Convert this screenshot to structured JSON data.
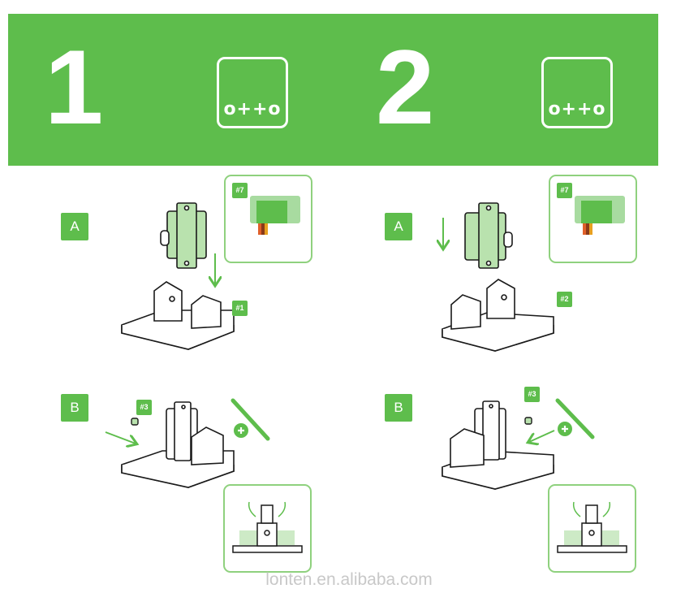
{
  "steps": [
    {
      "number": "1",
      "logo": "o++o"
    },
    {
      "number": "2",
      "logo": "o++o"
    }
  ],
  "substeps": {
    "a": "A",
    "b": "B"
  },
  "parts": {
    "servo": "#7",
    "base_left": "#1",
    "base_right": "#2",
    "screw": "#3"
  },
  "icons": [
    "servo-icon",
    "base-bracket-icon",
    "screw-icon",
    "screwdriver-icon",
    "arrow-icon",
    "rotate-arrows-icon"
  ],
  "watermark": "lonten.en.alibaba.com",
  "colors": {
    "accent": "#5ebd4c",
    "light_green": "#a8dba0",
    "outline": "#1a1a1a"
  }
}
